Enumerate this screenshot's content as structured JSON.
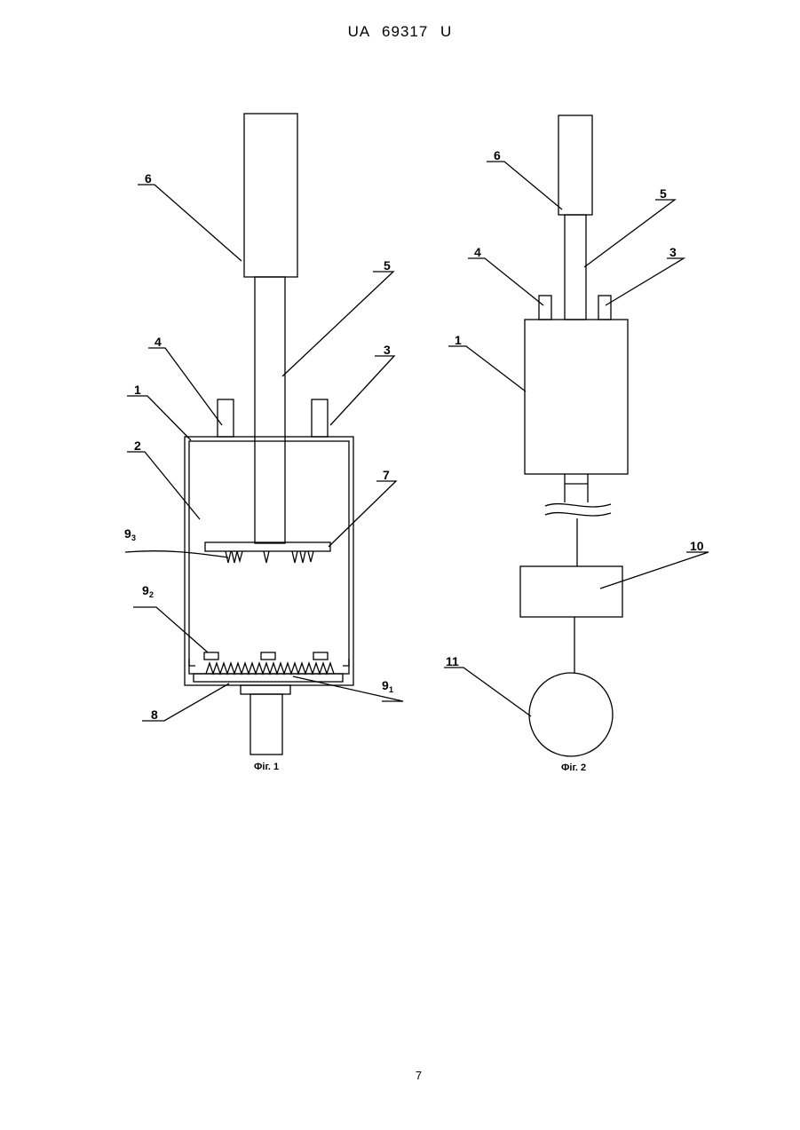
{
  "header": {
    "doc_id": "UA 69317 U"
  },
  "page_number": "7",
  "figure1": {
    "caption": "Фіг. 1",
    "labels": {
      "l1": "1",
      "l2": "2",
      "l3": "3",
      "l4": "4",
      "l5": "5",
      "l6": "6",
      "l7": "7",
      "l8": "8",
      "l9_1_main": "9",
      "l9_1_sub": "1",
      "l9_2_main": "9",
      "l9_2_sub": "2",
      "l9_3_main": "9",
      "l9_3_sub": "3"
    }
  },
  "figure2": {
    "caption": "Фіг. 2",
    "labels": {
      "l1": "1",
      "l3": "3",
      "l4": "4",
      "l5": "5",
      "l6": "6",
      "l10": "10",
      "l11": "11"
    }
  }
}
